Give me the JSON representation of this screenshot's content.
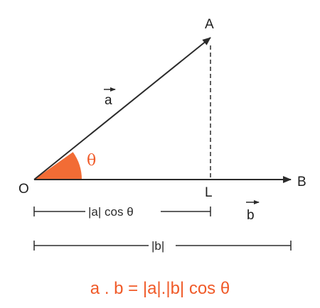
{
  "points": {
    "origin": "O",
    "a_tip": "A",
    "b_tip": "B",
    "foot": "L"
  },
  "vectors": {
    "a": "a",
    "b": "b"
  },
  "angle": {
    "symbol": "θ"
  },
  "measures": {
    "projection": "|a| cos θ",
    "magnitude_b": "|b|"
  },
  "formula": "a . b = |a|.|b| cos θ",
  "colors": {
    "accent": "#f05a28",
    "line": "#2b2b2b"
  }
}
